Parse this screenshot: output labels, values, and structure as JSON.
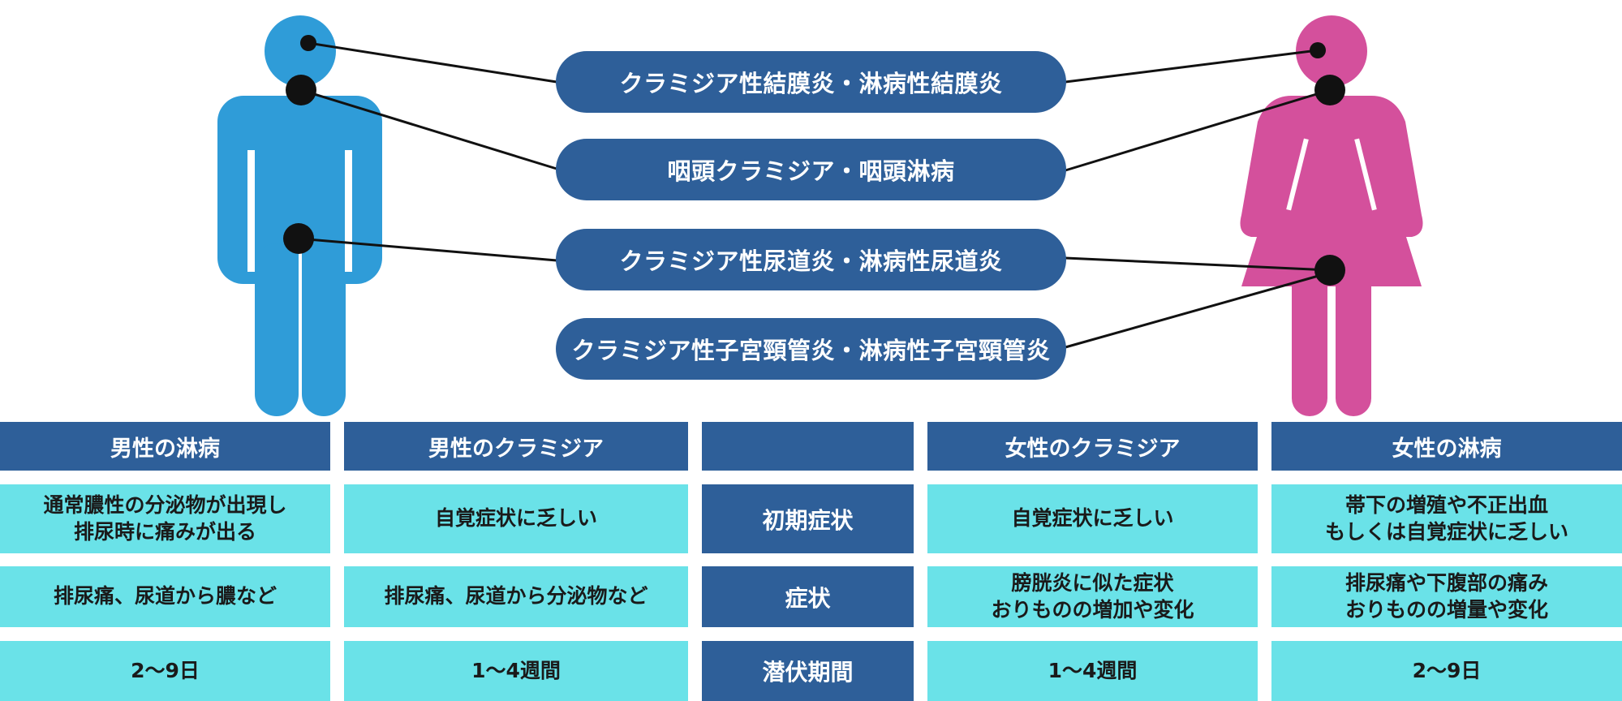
{
  "diagram": {
    "male_figure_color": "#2f9cd8",
    "female_figure_color": "#d4509c",
    "pill_color": "#2e5f99",
    "infections": [
      {
        "label": "クラミジア性結膜炎・淋病性結膜炎",
        "site": "eye"
      },
      {
        "label": "咽頭クラミジア・咽頭淋病",
        "site": "throat"
      },
      {
        "label": "クラミジア性尿道炎・淋病性尿道炎",
        "site": "urethra"
      },
      {
        "label": "クラミジア性子宮頸管炎・淋病性子宮頸管炎",
        "site": "cervix"
      }
    ]
  },
  "table": {
    "header_color": "#2e5f99",
    "cell_color": "#6ae2e8",
    "headers": [
      "男性の淋病",
      "男性のクラミジア",
      "",
      "女性のクラミジア",
      "女性の淋病"
    ],
    "rows": [
      {
        "label": "初期症状",
        "cells": [
          "通常膿性の分泌物が出現し\n排尿時に痛みが出る",
          "自覚症状に乏しい",
          "自覚症状に乏しい",
          "帯下の増殖や不正出血\nもしくは自覚症状に乏しい"
        ]
      },
      {
        "label": "症状",
        "cells": [
          "排尿痛、尿道から膿など",
          "排尿痛、尿道から分泌物など",
          "膀胱炎に似た症状\nおりものの増加や変化",
          "排尿痛や下腹部の痛み\nおりものの増量や変化"
        ]
      },
      {
        "label": "潜伏期間",
        "cells": [
          "2〜9日",
          "1〜4週間",
          "1〜4週間",
          "2〜9日"
        ]
      }
    ]
  }
}
